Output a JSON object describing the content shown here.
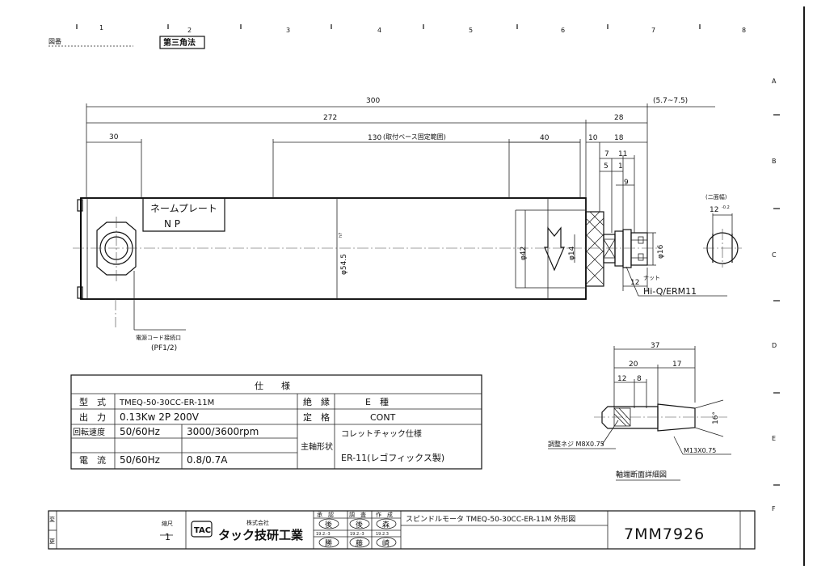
{
  "header": {
    "zone_numbers": [
      "1",
      "2",
      "3",
      "4",
      "5",
      "6",
      "7",
      "8"
    ],
    "zone_letters": [
      "A",
      "B",
      "C",
      "D",
      "E",
      "F"
    ],
    "drawing_label": "図番",
    "projection": "第三角法"
  },
  "dimensions": {
    "d300": "300",
    "d5775": "(5.7~7.5)",
    "d272": "272",
    "d28": "28",
    "d30": "30",
    "d130": "130",
    "d130_note": "(取付ベース固定範囲)",
    "d40": "40",
    "d10": "10",
    "d18": "18",
    "d7": "7",
    "d11": "11",
    "d5": "5",
    "d1": "1",
    "d9": "9",
    "d12": "12",
    "dia545": "φ54.5",
    "dia545_tol": "h7",
    "dia42": "φ42",
    "dia14": "φ14",
    "dia16": "φ16",
    "flats_note": "(二面幅)",
    "flats_val": "12",
    "flats_tol": "-0.2",
    "detail_37": "37",
    "detail_20": "20",
    "detail_17": "17",
    "detail_12": "12",
    "detail_8": "8",
    "detail_angle": "16°"
  },
  "labels": {
    "nameplate_jp": "ネームプレート",
    "nameplate_en": "N P",
    "nut_label": "ナット",
    "nut_part": "Hi-Q/ERM11",
    "cord_label": "電源コード接続口",
    "cord_size": "(PF1/2)",
    "screw_label": "調整ネジ M8X0.75",
    "thread_label": "M13X0.75",
    "detail_title": "軸端断面詳細図"
  },
  "spec_table": {
    "title": "仕　　様",
    "rows": [
      {
        "k": "型　式",
        "v": "TMEQ-50-30CC-ER-11M",
        "k2": "絶　縁",
        "v2": "E　種"
      },
      {
        "k": "出　力",
        "v": "0.13Kw 2P 200V",
        "k2": "定　格",
        "v2": "CONT"
      },
      {
        "k": "回転速度",
        "v": "50/60Hz",
        "v_b": "3000/3600rpm",
        "k2": "主軸形状",
        "v2": "コレットチャック仕様"
      },
      {
        "k": "電　流",
        "v": "50/60Hz",
        "v_b": "0.8/0.7A",
        "v2": "ER-11(レゴフィックス製)"
      }
    ]
  },
  "title_block": {
    "change_a": "変",
    "change_b": "更",
    "scale_label": "縮尺",
    "scale_val": "1",
    "logo": "TAC",
    "company_prefix": "株式会社",
    "company": "タック技研工業",
    "approval_headers": [
      "承　認",
      "調　査",
      "作　成"
    ],
    "approval_stamps": [
      "後",
      "後",
      "森"
    ],
    "approval_dates": [
      "19.2.-3",
      "19.2.-3",
      "19.2.3"
    ],
    "approval_stamps2": [
      "勝",
      "藤",
      "崎"
    ],
    "drawing_title": "スピンドルモータ TMEQ-50-30CC-ER-11M 外形図",
    "drawing_number": "7MM7926"
  }
}
